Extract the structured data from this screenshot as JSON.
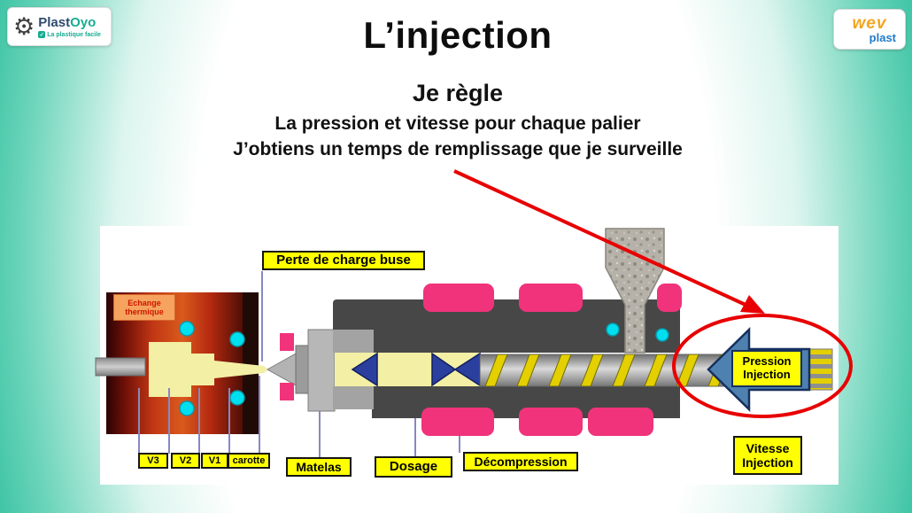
{
  "slide": {
    "title": "L’injection",
    "subtitle": "Je règle",
    "line1": "La pression et vitesse pour chaque palier",
    "line2": "J’obtiens un temps de remplissage que je surveille"
  },
  "logo_left": {
    "name_part1": "Plast",
    "name_part2": "Oyo",
    "tagline": "La plastique facile"
  },
  "logo_right": {
    "top": "wev",
    "bottom": "plast"
  },
  "diagram": {
    "labels": {
      "perte_charge_buse": "Perte de charge buse",
      "echange_thermique": "Echange thermique",
      "v3": "V3",
      "v2": "V2",
      "v1": "V1",
      "carotte": "carotte",
      "matelas": "Matelas",
      "dosage": "Dosage",
      "decompression": "Décompression",
      "pression_injection": "Pression Injection",
      "vitesse_injection": "Vitesse Injection"
    },
    "colors": {
      "label_bg": "#ffff00",
      "heater_pink": "#f0337a",
      "arrow_blue": "#4e81b0",
      "annotation_red": "#e80000",
      "coolant_cyan": "#00dff0",
      "background_teal": "#2bbd9c"
    }
  }
}
